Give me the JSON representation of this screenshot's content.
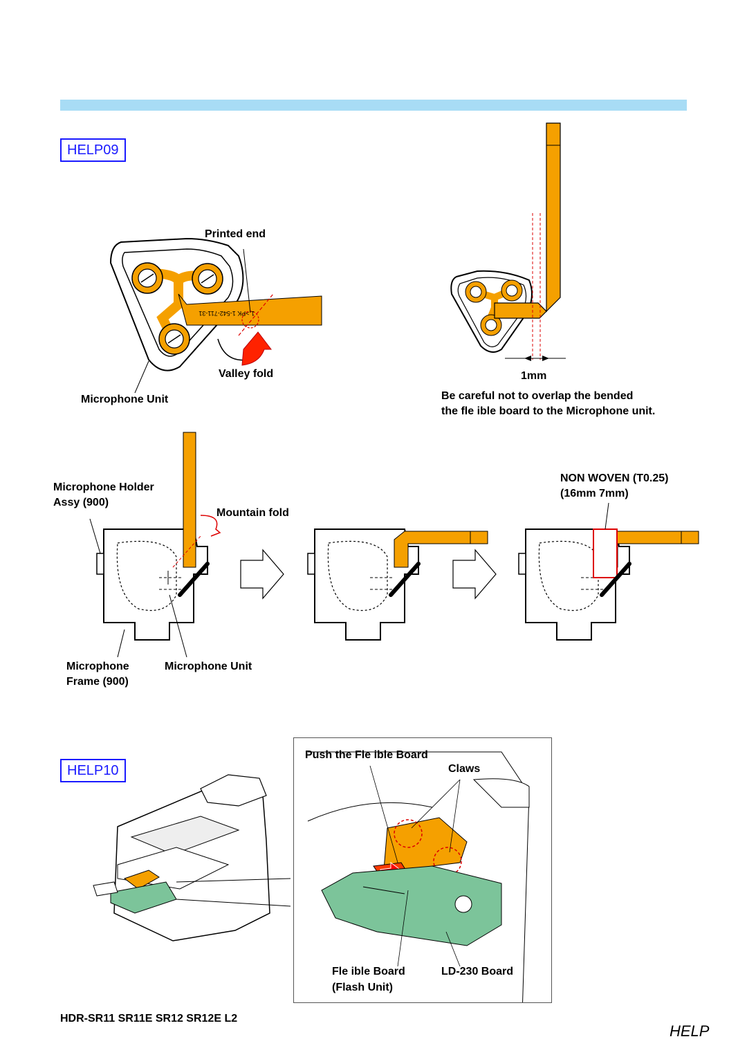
{
  "helps": {
    "help09": "HELP09",
    "help10": "HELP10"
  },
  "help09_labels": {
    "printed_end": "Printed end",
    "valley_fold": "Valley fold",
    "microphone_unit": "Microphone Unit",
    "one_mm": "1mm",
    "warning_line1": "Be careful not to overlap the bended",
    "warning_line2": "the fle  ible board to the Microphone unit.",
    "holder_line1": "Microphone Holder",
    "holder_line2": "Assy (900)",
    "mountain_fold": "Mountain fold",
    "nonwoven_line1": "NON WOVEN (T0.25)",
    "nonwoven_line2": "(16mm   7mm)",
    "frame_line1": "Microphone",
    "frame_line2": "Frame (900)",
    "microphone_unit_2": "Microphone Unit",
    "flex_print": "1 >PK 1-542-711-31"
  },
  "help10_labels": {
    "push": "Push the Fle  ible Board",
    "claws": "Claws",
    "flex_board": "Fle  ible Board",
    "flash_unit": "(Flash Unit)",
    "ld_board": "LD-230 Board"
  },
  "footer": {
    "model": "HDR-SR11 SR11E SR12 SR12E  L2",
    "help": "HELP"
  },
  "colors": {
    "band": "#a8dcf5",
    "flex": "#f5a000",
    "pcb": "#7cc49a",
    "highlight": "#ff3b00",
    "label_box": "#1a1aff"
  }
}
